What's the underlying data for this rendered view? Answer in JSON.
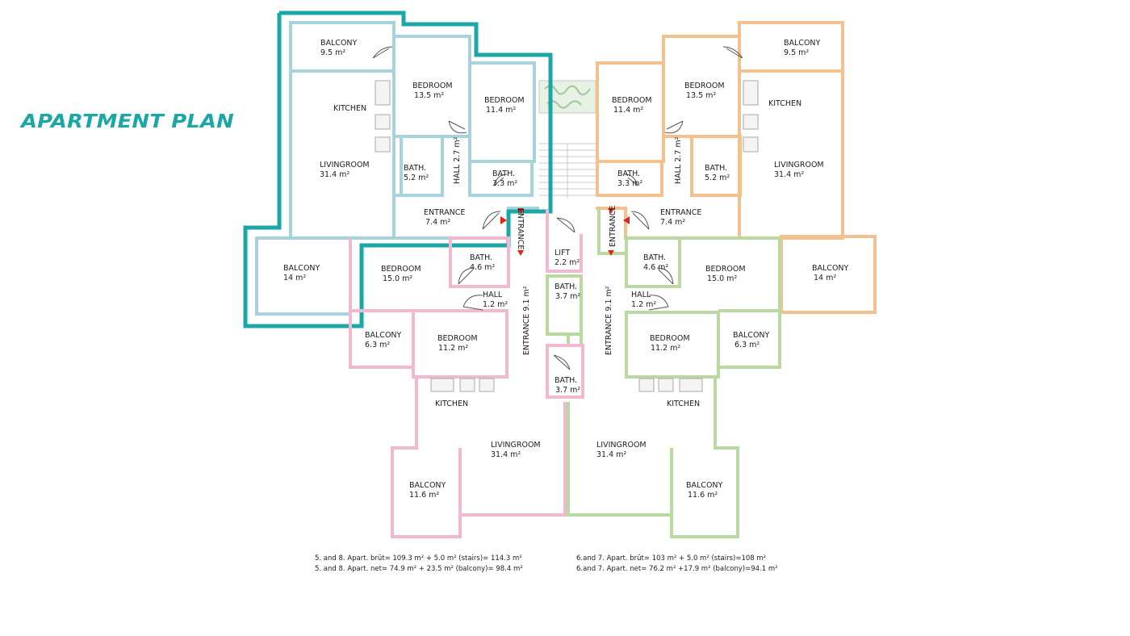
{
  "title": "APARTMENT PLAN",
  "colors": {
    "accent": "#1aa7a6",
    "apartment_5_8_upper": "#a8d3dc",
    "apartment_upper_right": "#f3c18e",
    "apartment_lower_left": "#f1b8d2",
    "apartment_lower_right": "#b9d9a1",
    "core": "#f1b8d2",
    "door_arrow": "#e0251b"
  },
  "rooms": {
    "tl_balcony": {
      "name": "BALCONY",
      "area": "9.5 m²"
    },
    "tl_kitchen": {
      "name": "KITCHEN"
    },
    "tl_bedroom1": {
      "name": "BEDROOM",
      "area": "13.5 m²"
    },
    "tl_bedroom2": {
      "name": "BEDROOM",
      "area": "11.4 m²"
    },
    "tl_living": {
      "name": "LIVINGROOM",
      "area": "31.4 m²"
    },
    "tl_bath1": {
      "name": "BATH.",
      "area": "5.2 m²"
    },
    "tl_bath2": {
      "name": "BATH.",
      "area": "3.3 m²"
    },
    "tl_hall": {
      "name": "HALL 2.7 m²"
    },
    "tl_entrance": {
      "name": "ENTRANCE",
      "area": "7.4 m²"
    },
    "tl_balcony2": {
      "name": "BALCONY",
      "area": "14 m²"
    },
    "tr_balcony": {
      "name": "BALCONY",
      "area": "9.5 m²"
    },
    "tr_kitchen": {
      "name": "KITCHEN"
    },
    "tr_bedroom1": {
      "name": "BEDROOM",
      "area": "13.5 m²"
    },
    "tr_bedroom2": {
      "name": "BEDROOM",
      "area": "11.4 m²"
    },
    "tr_living": {
      "name": "LIVINGROOM",
      "area": "31.4 m²"
    },
    "tr_bath1": {
      "name": "BATH.",
      "area": "5.2 m²"
    },
    "tr_bath2": {
      "name": "BATH.",
      "area": "3.3 m²"
    },
    "tr_hall": {
      "name": "HALL 2.7 m²"
    },
    "tr_entrance": {
      "name": "ENTRANCE",
      "area": "7.4 m²"
    },
    "tr_balcony2": {
      "name": "BALCONY",
      "area": "14 m²"
    },
    "core_entrance_left": {
      "name": "ENTRANCE"
    },
    "core_entrance_right": {
      "name": "ENTRANCE"
    },
    "core_lift": {
      "name": "LIFT",
      "area": "2.2 m²"
    },
    "core_bath1": {
      "name": "BATH.",
      "area": "3.7 m²"
    },
    "core_bath2": {
      "name": "BATH.",
      "area": "3.7 m²"
    },
    "bl_bath": {
      "name": "BATH.",
      "area": "4.6 m²"
    },
    "bl_bedroom1": {
      "name": "BEDROOM",
      "area": "15.0 m²"
    },
    "bl_hall": {
      "name": "HALL",
      "area": "1.2 m²"
    },
    "bl_balcony1": {
      "name": "BALCONY",
      "area": "6.3 m²"
    },
    "bl_bedroom2": {
      "name": "BEDROOM",
      "area": "11.2 m²"
    },
    "bl_kitchen": {
      "name": "KITCHEN"
    },
    "bl_living": {
      "name": "LIVINGROOM",
      "area": "31.4 m²"
    },
    "bl_balcony2": {
      "name": "BALCONY",
      "area": "11.6 m²"
    },
    "bl_entrance": {
      "name": "ENTRANCE 9.1 m²"
    },
    "br_bath": {
      "name": "BATH.",
      "area": "4.6 m²"
    },
    "br_bedroom1": {
      "name": "BEDROOM",
      "area": "15.0 m²"
    },
    "br_hall": {
      "name": "HALL",
      "area": "1.2 m²"
    },
    "br_balcony1": {
      "name": "BALCONY",
      "area": "6.3 m²"
    },
    "br_bedroom2": {
      "name": "BEDROOM",
      "area": "11.2 m²"
    },
    "br_kitchen": {
      "name": "KITCHEN"
    },
    "br_living": {
      "name": "LIVINGROOM",
      "area": "31.4 m²"
    },
    "br_balcony2": {
      "name": "BALCONY",
      "area": "11.6 m²"
    },
    "br_entrance": {
      "name": "ENTRANCE 9.1 m²"
    }
  },
  "notes": {
    "apt_5_8_brut": "5. and 8. Apart. brüt= 109.3 m² + 5.0 m² (stairs)= 114.3 m²",
    "apt_5_8_net": "5. and 8. Apart. net= 74.9 m² + 23.5 m² (balcony)= 98.4 m²",
    "apt_6_7_brut": "6.and 7. Apart. brüt= 103 m² + 5.0 m² (stairs)=108 m²",
    "apt_6_7_net": "6.and 7. Apart. net= 76.2 m² +17.9 m² (balcony)=94.1 m²"
  }
}
